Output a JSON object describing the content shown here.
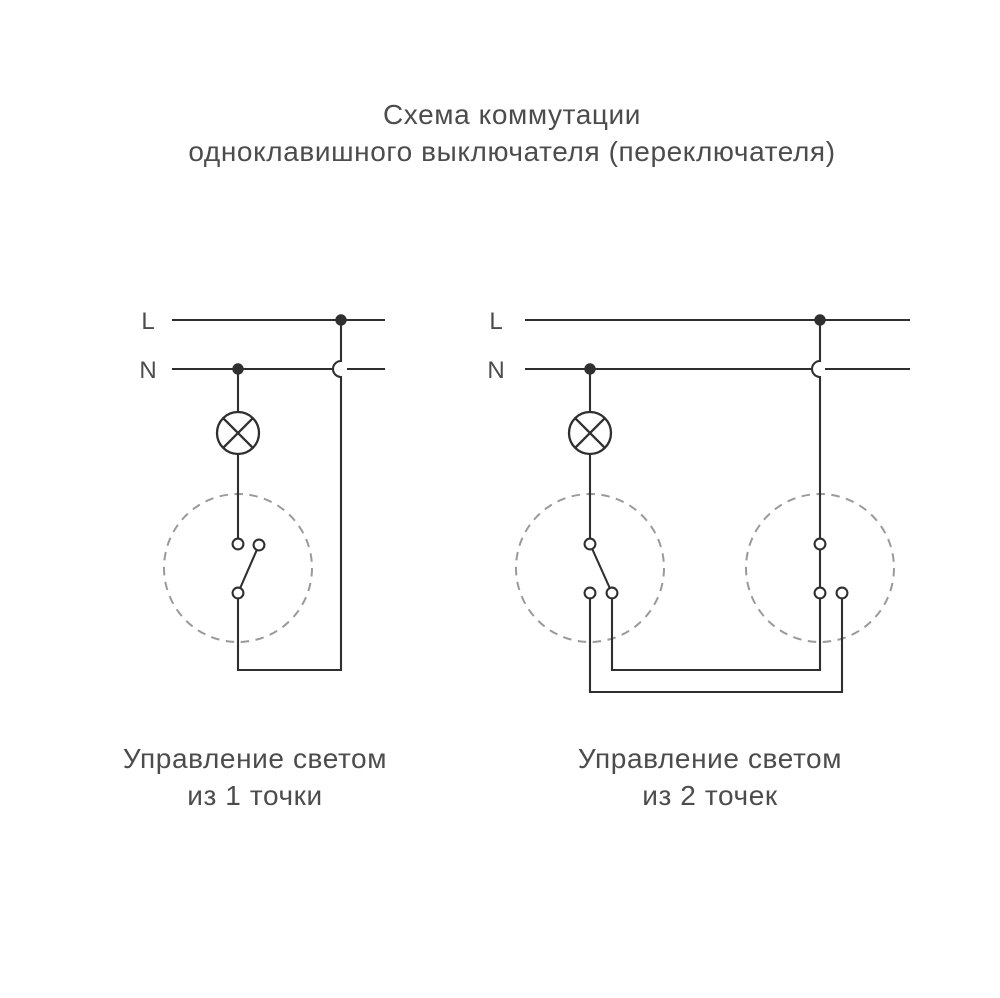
{
  "title": {
    "line1": "Схема коммутации",
    "line2": "одноклавишного выключателя (переключателя)"
  },
  "colors": {
    "background": "#ffffff",
    "wire": "#2f2f2f",
    "dashed_outline": "#9a9a9a",
    "text": "#4c4c4c"
  },
  "diagrams": [
    {
      "phase_label": "L",
      "neutral_label": "N",
      "caption_line1": "Управление светом",
      "caption_line2": "из 1 точки"
    },
    {
      "phase_label": "L",
      "neutral_label": "N",
      "caption_line1": "Управление светом",
      "caption_line2": "из 2 точек"
    }
  ]
}
